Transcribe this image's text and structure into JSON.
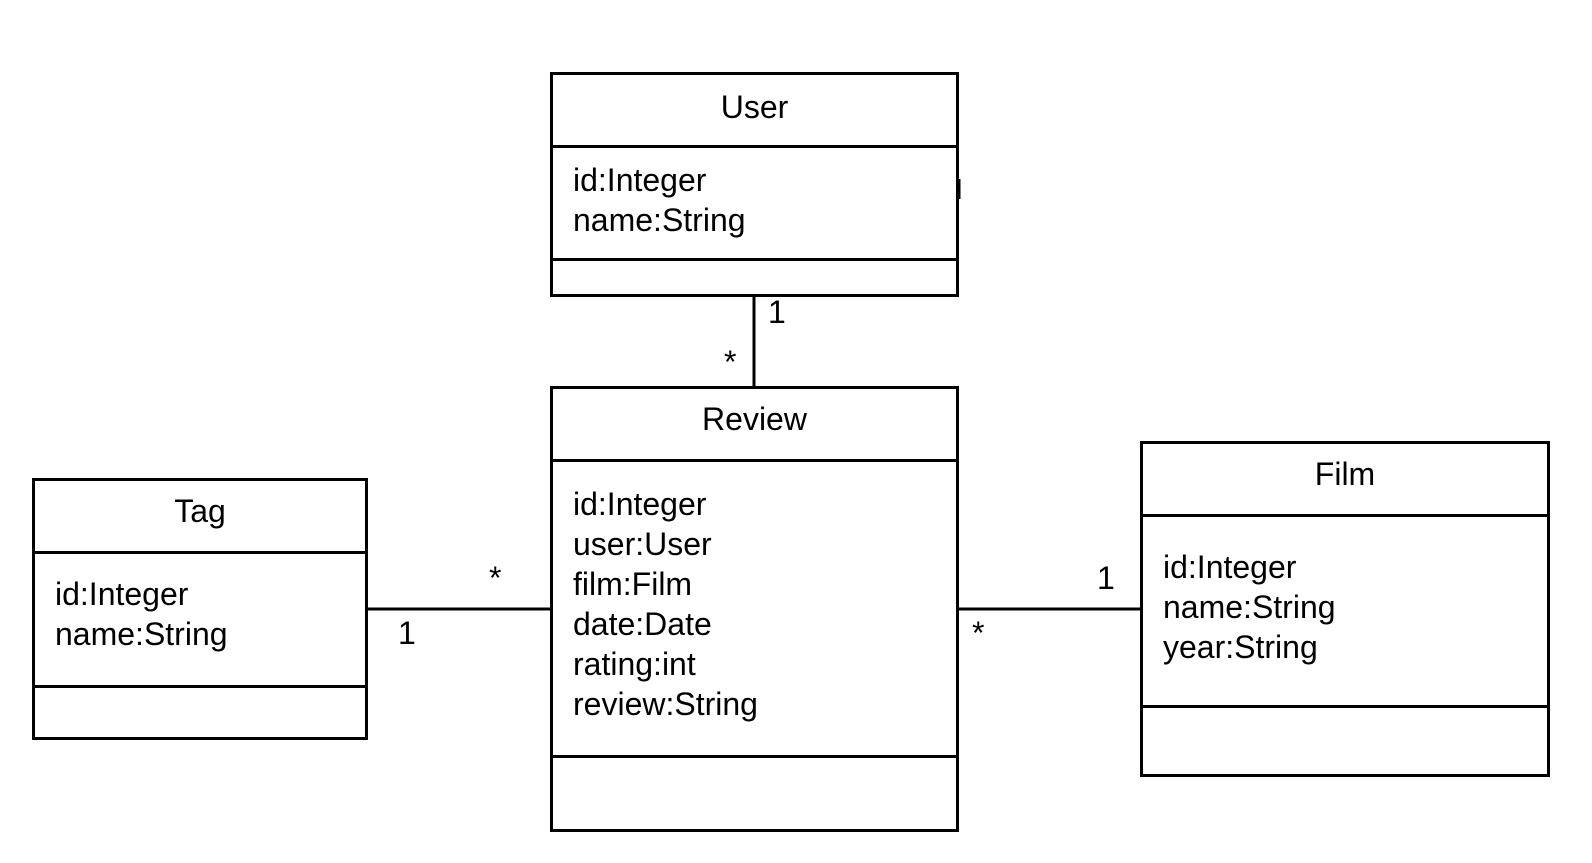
{
  "classes": {
    "user": {
      "name": "User",
      "attributes": [
        "id:Integer",
        "name:String"
      ]
    },
    "review": {
      "name": "Review",
      "attributes": [
        "id:Integer",
        "user:User",
        "film:Film",
        "date:Date",
        "rating:int",
        "review:String"
      ]
    },
    "tag": {
      "name": "Tag",
      "attributes": [
        "id:Integer",
        "name:String"
      ]
    },
    "film": {
      "name": "Film",
      "attributes": [
        "id:Integer",
        "name:String",
        "year:String"
      ]
    }
  },
  "associations": {
    "user_review": {
      "user_end": "1",
      "review_end": "*"
    },
    "tag_review": {
      "tag_end": "1",
      "review_end": "*"
    },
    "review_film": {
      "review_end": "*",
      "film_end": "1"
    }
  }
}
